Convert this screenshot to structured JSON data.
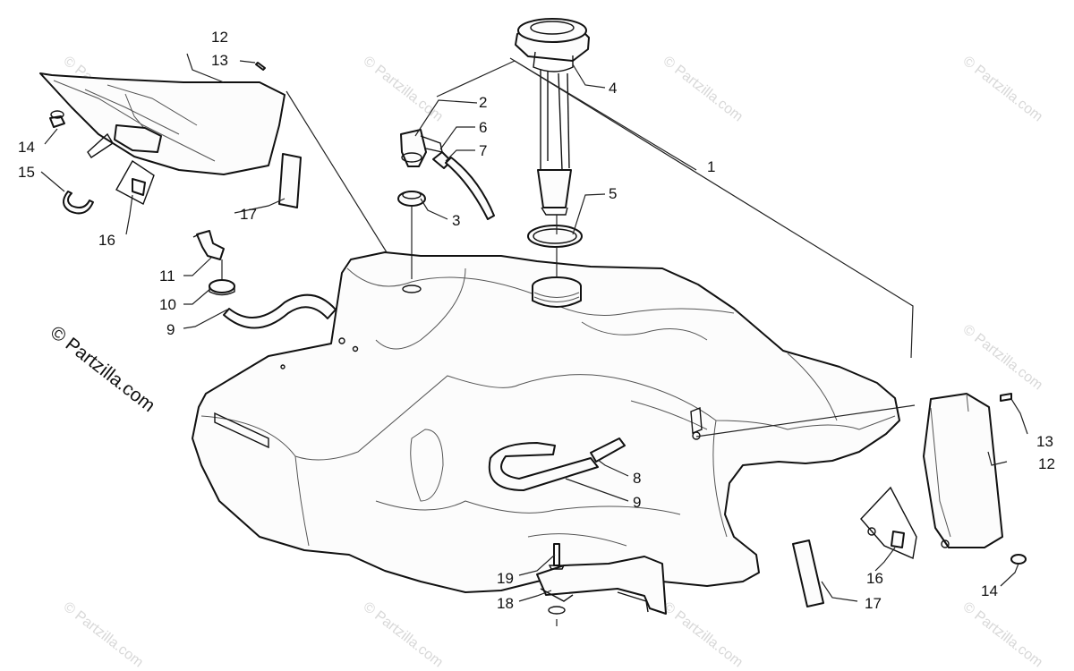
{
  "watermark": "© Partzilla.com",
  "side_copyright": "© Partzilla.com",
  "colors": {
    "line": "#111111",
    "watermark": "#d8d8d8",
    "background": "#ffffff"
  },
  "callouts": {
    "c1": "1",
    "c2": "2",
    "c3": "3",
    "c4": "4",
    "c5": "5",
    "c6": "6",
    "c7": "7",
    "c8": "8",
    "c9a": "9",
    "c9b": "9",
    "c10": "10",
    "c11": "11",
    "c12a": "12",
    "c12b": "12",
    "c13a": "13",
    "c13b": "13",
    "c14a": "14",
    "c14b": "14",
    "c15": "15",
    "c16a": "16",
    "c16b": "16",
    "c17a": "17",
    "c17b": "17",
    "c18": "18",
    "c19": "19"
  }
}
